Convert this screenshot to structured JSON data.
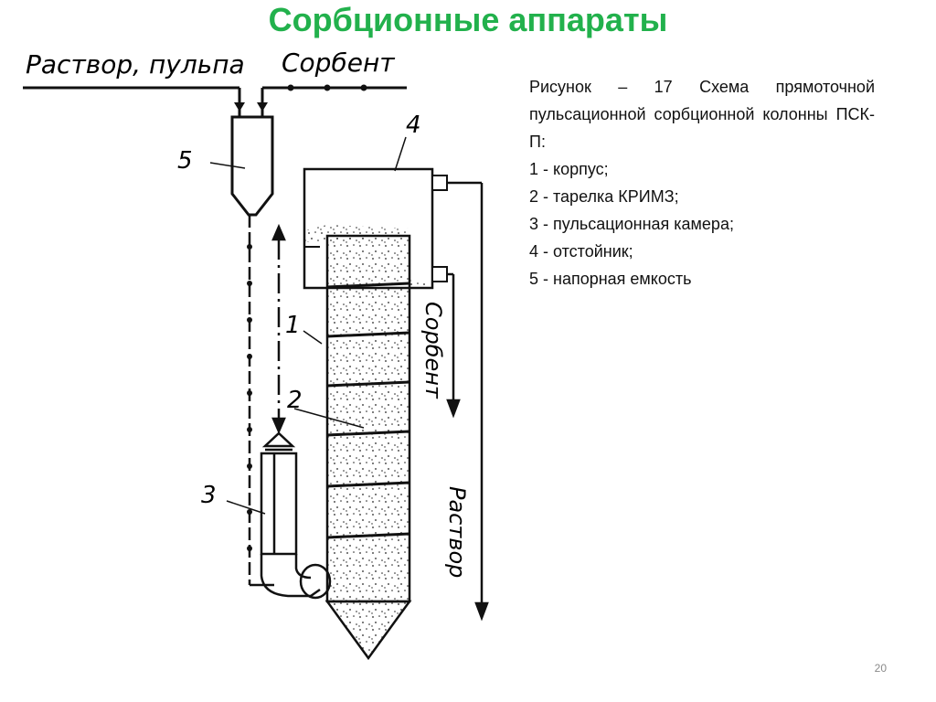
{
  "slide": {
    "title": "Сорбционные аппараты",
    "title_color": "#22b14c",
    "page_number": "20"
  },
  "figure": {
    "top_label_feed": "Раствор, пульпа",
    "top_label_sorbent": "Сорбент",
    "outlet_sorbent": "Сорбент",
    "outlet_solution": "Раствор",
    "numbers": [
      "1",
      "2",
      "3",
      "4",
      "5"
    ]
  },
  "description": {
    "caption": "Рисунок – 17 Схема прямоточной пульсационной сорбционной колонны ПСК-П:",
    "items": [
      "1 - корпус;",
      "2 - тарелка КРИМЗ;",
      "3 - пульсационная камера;",
      "4 - отстойник;",
      "5 - напорная емкость"
    ]
  }
}
